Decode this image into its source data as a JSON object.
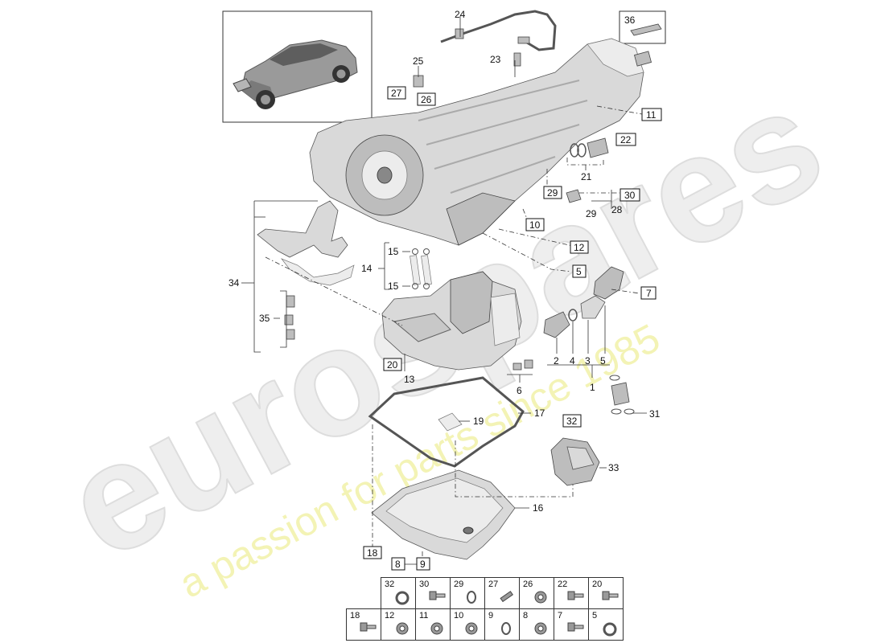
{
  "watermark": {
    "brand": "eurospares",
    "tagline": "a passion for parts since 1985"
  },
  "colors": {
    "part": "#d9d9d9",
    "line": "#333333",
    "watermark": "#e9e9e9",
    "watermark_tagline": "#f2f2b0"
  },
  "thumbnail": {
    "icon": "car-thumbnail-icon"
  },
  "callouts": [
    {
      "id": "c1",
      "label": "1",
      "boxed": false
    },
    {
      "id": "c2",
      "label": "2",
      "boxed": false
    },
    {
      "id": "c3",
      "label": "3",
      "boxed": false
    },
    {
      "id": "c4",
      "label": "4",
      "boxed": false
    },
    {
      "id": "c5a",
      "label": "5",
      "boxed": false
    },
    {
      "id": "c5b",
      "label": "5",
      "boxed": true
    },
    {
      "id": "c6",
      "label": "6",
      "boxed": false
    },
    {
      "id": "c7",
      "label": "7",
      "boxed": true
    },
    {
      "id": "c8",
      "label": "8",
      "boxed": true
    },
    {
      "id": "c9",
      "label": "9",
      "boxed": true
    },
    {
      "id": "c10",
      "label": "10",
      "boxed": true
    },
    {
      "id": "c11",
      "label": "11",
      "boxed": true
    },
    {
      "id": "c12",
      "label": "12",
      "boxed": true
    },
    {
      "id": "c13",
      "label": "13",
      "boxed": false
    },
    {
      "id": "c14",
      "label": "14",
      "boxed": false
    },
    {
      "id": "c15a",
      "label": "15",
      "boxed": false
    },
    {
      "id": "c15b",
      "label": "15",
      "boxed": false
    },
    {
      "id": "c16",
      "label": "16",
      "boxed": false
    },
    {
      "id": "c17",
      "label": "17",
      "boxed": false
    },
    {
      "id": "c18",
      "label": "18",
      "boxed": true
    },
    {
      "id": "c19",
      "label": "19",
      "boxed": false
    },
    {
      "id": "c20",
      "label": "20",
      "boxed": true
    },
    {
      "id": "c21",
      "label": "21",
      "boxed": false
    },
    {
      "id": "c22",
      "label": "22",
      "boxed": true
    },
    {
      "id": "c23",
      "label": "23",
      "boxed": false
    },
    {
      "id": "c24",
      "label": "24",
      "boxed": false
    },
    {
      "id": "c25",
      "label": "25",
      "boxed": false
    },
    {
      "id": "c26",
      "label": "26",
      "boxed": true
    },
    {
      "id": "c27",
      "label": "27",
      "boxed": true
    },
    {
      "id": "c28",
      "label": "28",
      "boxed": false
    },
    {
      "id": "c29a",
      "label": "29",
      "boxed": true
    },
    {
      "id": "c29b",
      "label": "29",
      "boxed": false
    },
    {
      "id": "c30",
      "label": "30",
      "boxed": true
    },
    {
      "id": "c31",
      "label": "31",
      "boxed": false
    },
    {
      "id": "c32",
      "label": "32",
      "boxed": true
    },
    {
      "id": "c33",
      "label": "33",
      "boxed": false
    },
    {
      "id": "c34",
      "label": "34",
      "boxed": false
    },
    {
      "id": "c35",
      "label": "35",
      "boxed": false
    },
    {
      "id": "c36",
      "label": "36",
      "boxed": true
    }
  ],
  "legend": {
    "rows": [
      [
        {
          "number": "32",
          "icon": "ring-icon"
        },
        {
          "number": "30",
          "icon": "bolt-icon"
        },
        {
          "number": "29",
          "icon": "o-ring-icon"
        },
        {
          "number": "27",
          "icon": "pin-icon"
        },
        {
          "number": "26",
          "icon": "sleeve-icon"
        },
        {
          "number": "22",
          "icon": "bolt-icon"
        },
        {
          "number": "20",
          "icon": "bolt-icon"
        }
      ],
      [
        {
          "number": "18",
          "icon": "bolt-icon"
        },
        {
          "number": "12",
          "icon": "sleeve-icon"
        },
        {
          "number": "11",
          "icon": "sleeve-icon"
        },
        {
          "number": "10",
          "icon": "sleeve-icon"
        },
        {
          "number": "9",
          "icon": "o-ring-icon"
        },
        {
          "number": "8",
          "icon": "sleeve-icon"
        },
        {
          "number": "7",
          "icon": "bolt-icon"
        },
        {
          "number": "5",
          "icon": "ring-icon"
        }
      ]
    ]
  }
}
